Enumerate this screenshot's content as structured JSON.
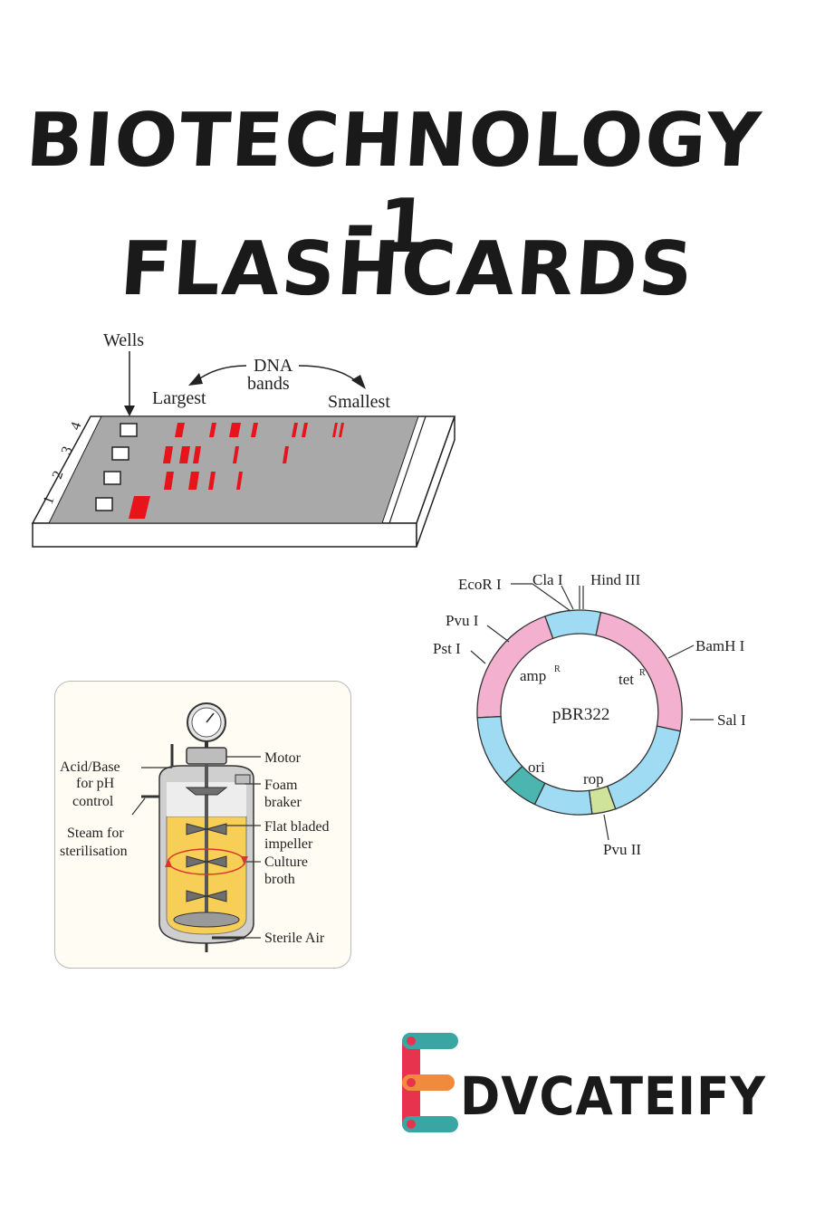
{
  "title": {
    "line1": "BIOTECHNOLOGY -1",
    "line2": "FLASHCARDS"
  },
  "gel_electrophoresis": {
    "wells_label": "Wells",
    "dna_label_1": "DNA",
    "dna_label_2": "bands",
    "largest_label": "Largest",
    "smallest_label": "Smallest",
    "lanes": [
      "1",
      "2",
      "3",
      "4"
    ],
    "band_color": "#e8141c",
    "gel_color": "#a9a9a9"
  },
  "plasmid": {
    "name": "pBR322",
    "labels": {
      "ecor1": "EcoR I",
      "cla1": "Cla I",
      "hind3": "Hind III",
      "bamh1": "BamH I",
      "sal1": "Sal I",
      "pvu2": "Pvu II",
      "pst1": "Pst I",
      "pvu1": "Pvu I"
    },
    "genes": {
      "amp": "amp",
      "amp_sup": "R",
      "tet": "tet",
      "tet_sup": "R",
      "ori": "ori",
      "rop": "rop"
    },
    "colors": {
      "pink": "#f4b1cf",
      "blue": "#9fdcf3",
      "teal": "#4bb6b0",
      "green": "#cfe39a"
    }
  },
  "bioreactor": {
    "labels": {
      "motor": "Motor",
      "acid_base_1": "Acid/Base",
      "acid_base_2": "for pH",
      "acid_base_3": "control",
      "foam_1": "Foam",
      "foam_2": "braker",
      "steam_1": "Steam for",
      "steam_2": "sterilisation",
      "impeller_1": "Flat bladed",
      "impeller_2": "impeller",
      "broth_1": "Culture",
      "broth_2": "broth",
      "air": "Sterile Air"
    },
    "broth_color": "#f7cf57"
  },
  "logo": {
    "text": "DVCATEIFY",
    "colors": [
      "#e8334f",
      "#f08a3c",
      "#3aa6a3"
    ]
  }
}
